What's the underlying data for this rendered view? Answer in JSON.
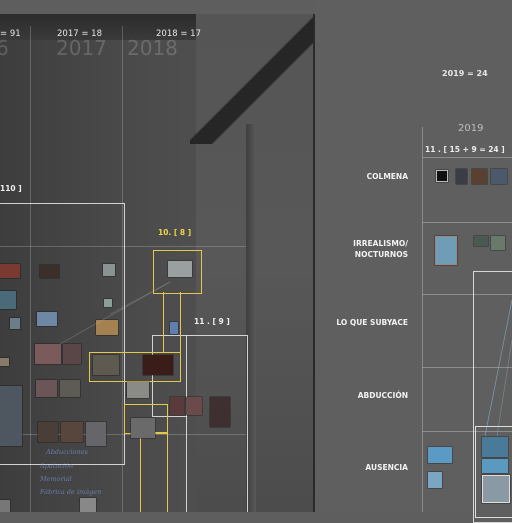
{
  "wall_photo": {
    "year_labels": {
      "y2016": "= 91",
      "y2017": "2017 = 18",
      "y2018": "2018 = 17"
    },
    "chalk_years": {
      "y2016": "6",
      "y2017": "2017",
      "y2018": "2018"
    },
    "bracket_label": "110 ]",
    "tags": {
      "group10": "10. [ 8 ]",
      "group11": "11 . [ 9 ]"
    },
    "chalk_notes": [
      "Abducciones",
      "Apatoción",
      "Memorial",
      "Fábrica de imágen"
    ]
  },
  "diagram": {
    "total_label": "2019 = 24",
    "year_header": "2019",
    "group_label": "11 . [ 15 + 9 = 24 ]",
    "categories": [
      {
        "label": "COLMENA"
      },
      {
        "label": "IRREALISMO/\nNOCTURNOS"
      },
      {
        "label": "LO QUE SUBYACE"
      },
      {
        "label": "ABDUCCIÓN"
      },
      {
        "label": "AUSENCIA"
      }
    ]
  }
}
